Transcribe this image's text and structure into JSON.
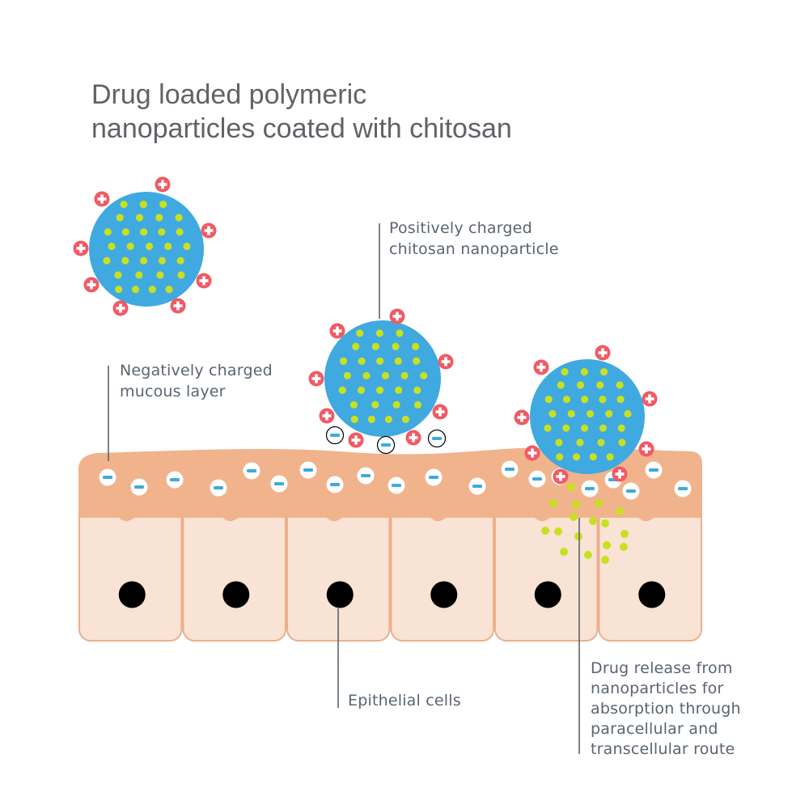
{
  "title": {
    "line1": "Drug loaded polymeric",
    "line2": "nanoparticles coated with chitosan"
  },
  "labels": {
    "positive_nanoparticle": [
      "Positively charged",
      "chitosan nanoparticle"
    ],
    "mucous_layer": [
      "Negatively charged",
      "mucous layer"
    ],
    "epithelial_cells": [
      "Epithelial cells"
    ],
    "drug_release": [
      "Drug release from",
      "nanoparticles for",
      "absorption through",
      "paracellular and",
      "transcellular route"
    ]
  },
  "colors": {
    "nanoparticle": "#3fa9e0",
    "drug": "#c8e020",
    "positive_charge": "#f05a64",
    "negative_charge": "#3fa9e0",
    "mucus": "#f0b38c",
    "cell": "#f8e3d4",
    "cell_border": "#ebb08b",
    "nucleus": "#000000",
    "text": "#5a6470"
  },
  "icons": [
    "positive-charge-icon",
    "negative-charge-icon",
    "nanoparticle-icon",
    "nucleus-icon"
  ]
}
